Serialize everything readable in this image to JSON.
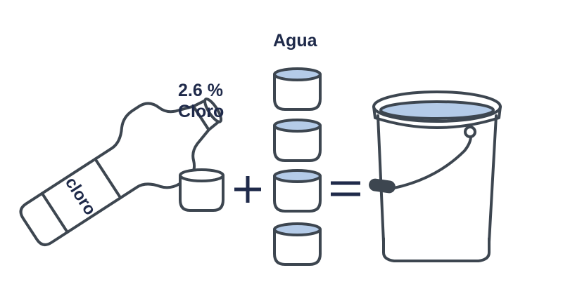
{
  "labels": {
    "water": "Agua",
    "concentration": "2.6 %",
    "chlorine": "Cloro",
    "bottle_text": "cloro"
  },
  "operators": {
    "plus": "+",
    "equals": "="
  },
  "colors": {
    "outline": "#3d4650",
    "water": "#b4cbe8",
    "text": "#1f2a4a",
    "handle_grip": "#3d4650",
    "background": "#ffffff"
  }
}
